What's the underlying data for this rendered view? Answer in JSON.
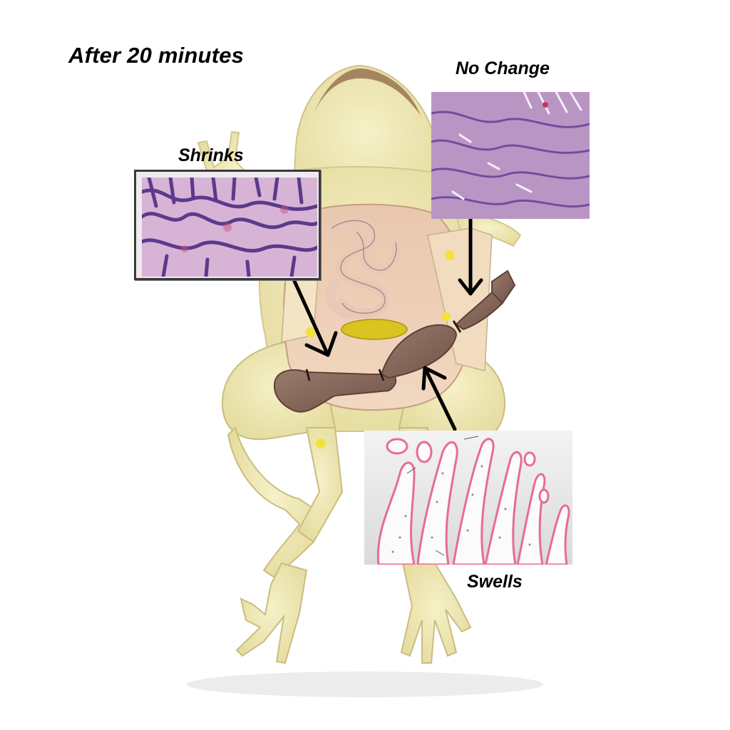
{
  "title": "After 20 minutes",
  "labels": {
    "shrinks": "Shrinks",
    "no_change": "No Change",
    "swells": "Swells"
  },
  "colors": {
    "frog_body": "#f2edbd",
    "frog_shadow": "#d8cf8a",
    "intestine_brown": "#8a6a5c",
    "pin_yellow": "#f3e23a",
    "tissue_purple": "#8e5aa8",
    "villi_pink": "#e86b96",
    "arrow": "#000000"
  },
  "icons": {
    "frog": "dissected-frog-illustration",
    "pins": "yellow-pin-icon"
  }
}
